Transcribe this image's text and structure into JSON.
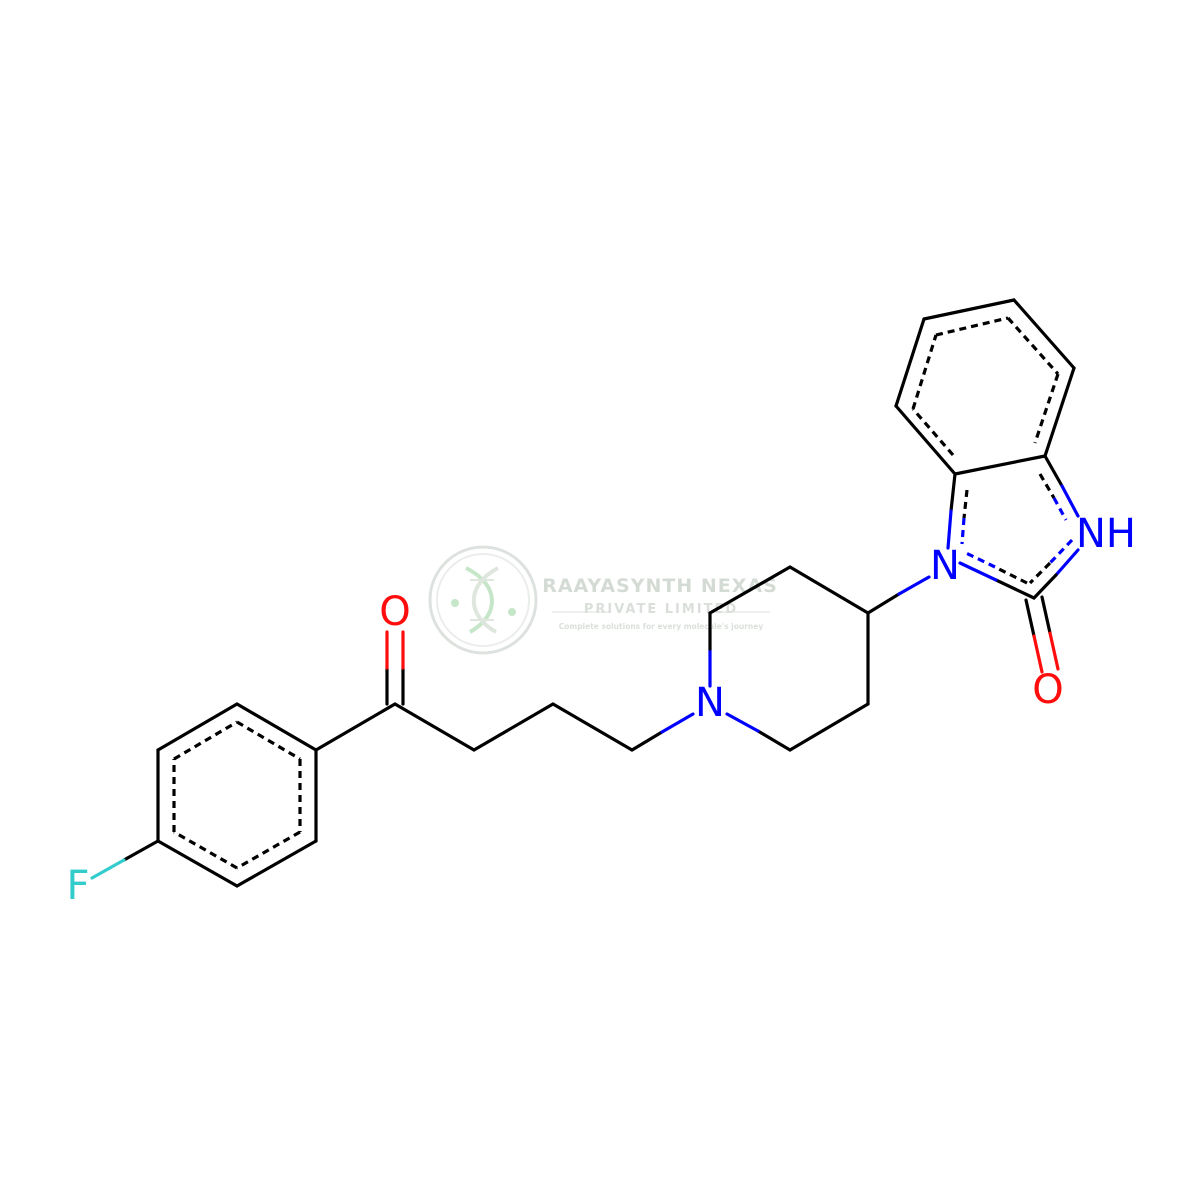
{
  "molecule": {
    "atoms": {
      "fluorine": {
        "label": "F",
        "color": "#33CCCC"
      },
      "ketone_oxygen": {
        "label": "O",
        "color": "#FF0D0D"
      },
      "piperidine_nitrogen": {
        "label": "N",
        "color": "#0000FF"
      },
      "benzimidazolone_n1": {
        "label": "N",
        "color": "#0000FF"
      },
      "benzimidazolone_nh": {
        "label": "NH",
        "color": "#0000FF"
      },
      "carbonyl_oxygen": {
        "label": "O",
        "color": "#FF0D0D"
      }
    },
    "bond_color": "#000000"
  },
  "watermark": {
    "company": "RAAYASYNTH NEXAS",
    "subtitle": "PRIVATE LIMITED",
    "tagline": "Complete solutions for every molecule's journey",
    "color": "#b9c4b9",
    "logo_accent": "#9fd6a4"
  }
}
